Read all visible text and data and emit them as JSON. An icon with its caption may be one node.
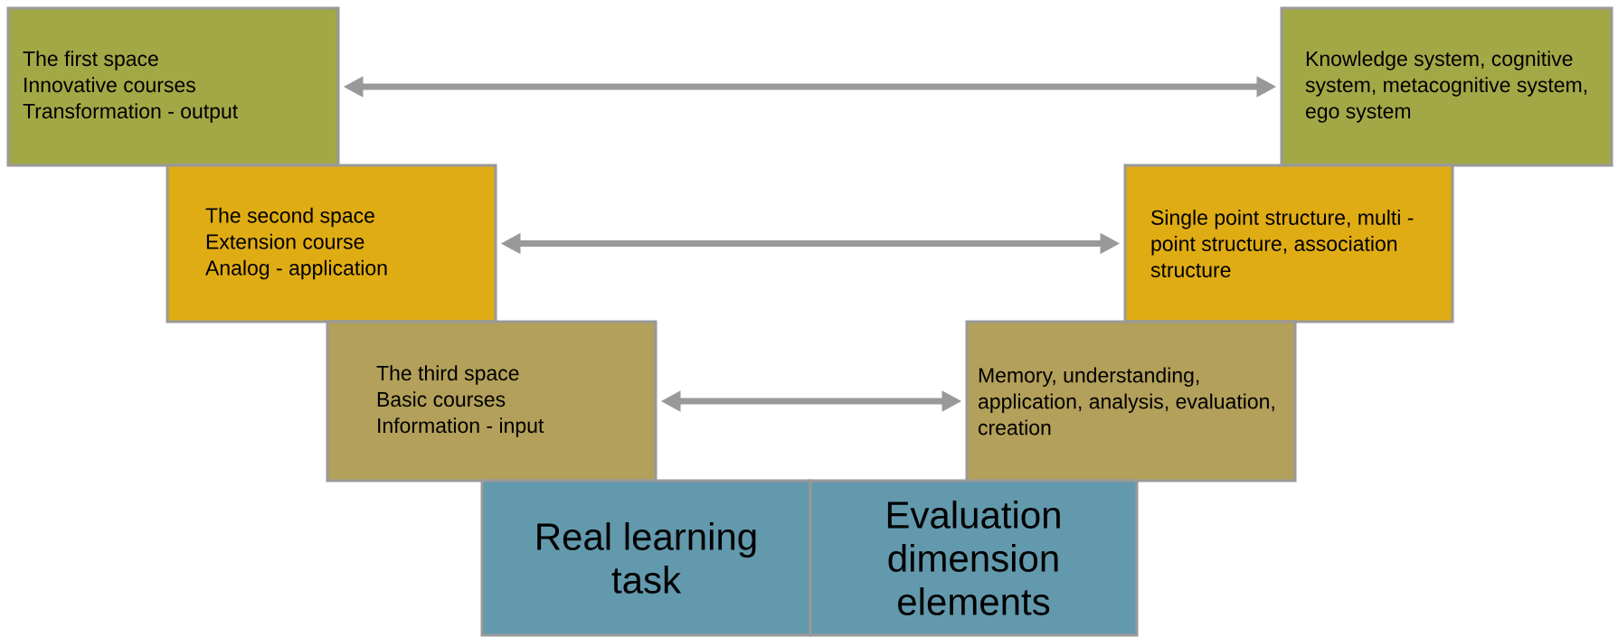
{
  "diagram": {
    "nodes": [
      {
        "text": [
          "The first space",
          "Innovative courses",
          "Transformation - output"
        ]
      },
      {
        "text": [
          "Knowledge system, cognitive system, metacognitive system, ego system"
        ]
      },
      {
        "text": [
          "The second space",
          "Extension course",
          "Analog - application"
        ]
      },
      {
        "text": [
          "Single point structure, multi - point structure, association structure"
        ]
      },
      {
        "text": [
          "The third space",
          "Basic courses",
          "Information - input"
        ]
      },
      {
        "text": [
          "Memory, understanding, application, analysis, evaluation, creation"
        ]
      },
      {
        "text": [
          "Real learning task"
        ]
      },
      {
        "text": [
          "Evaluation dimension elements"
        ]
      }
    ],
    "edges": [
      {
        "from": 0,
        "to": 1,
        "arrow": "both"
      },
      {
        "from": 2,
        "to": 3,
        "arrow": "both"
      },
      {
        "from": 4,
        "to": 5,
        "arrow": "both"
      }
    ]
  }
}
